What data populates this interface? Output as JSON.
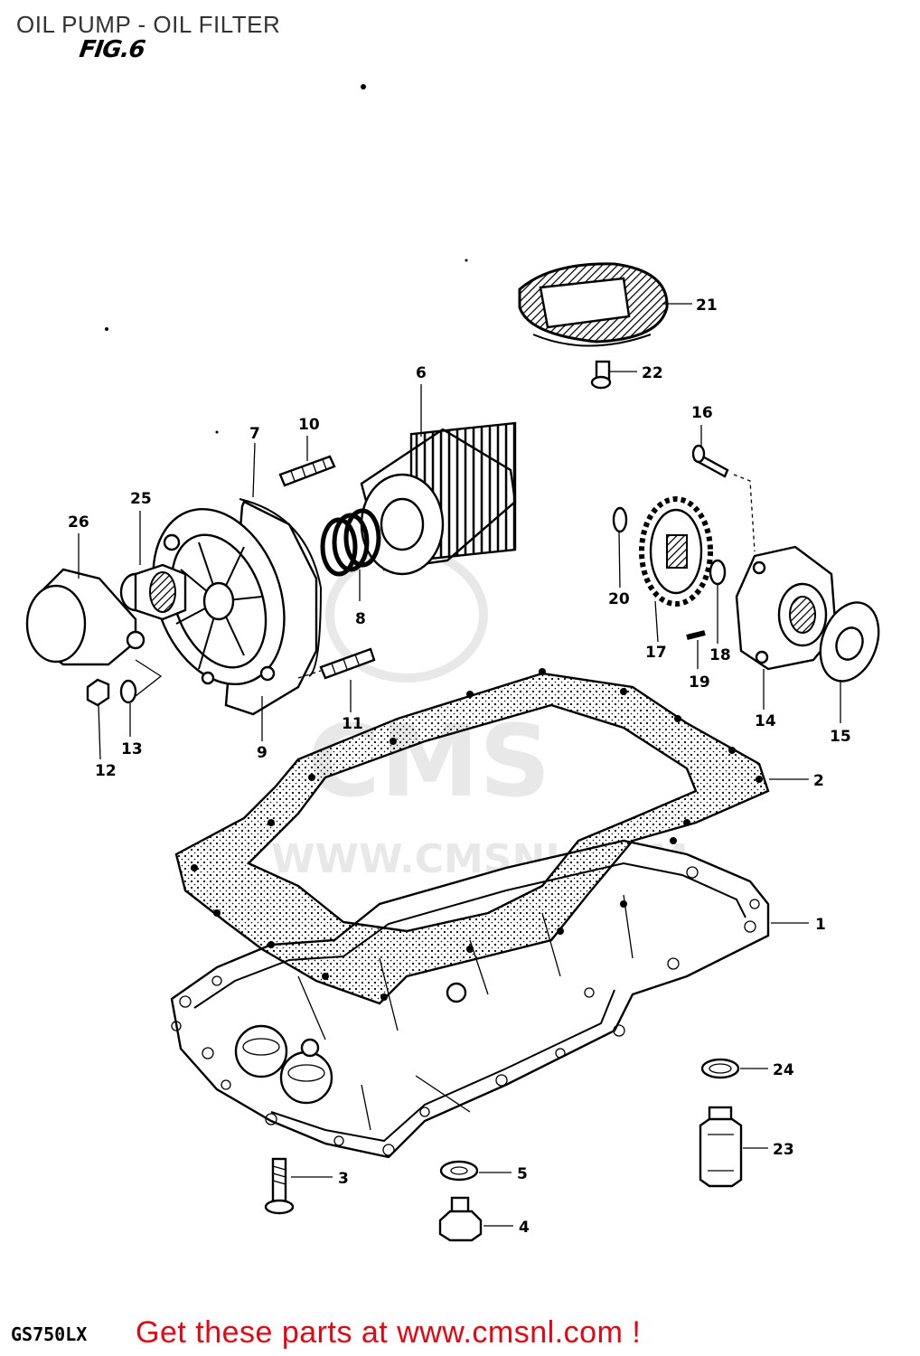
{
  "header": {
    "title": "OIL PUMP - OIL FILTER",
    "figure": "FIG.6"
  },
  "model": "GS750LX",
  "watermark": {
    "logo": "CMS",
    "url": "WWW.CMSNL.COM"
  },
  "footer": {
    "cta": "Get these parts at www.cmsnl.com !",
    "cta_color": "#e30613"
  },
  "callouts": {
    "c1": "1",
    "c2": "2",
    "c3": "3",
    "c4": "4",
    "c5": "5",
    "c6": "6",
    "c7": "7",
    "c8": "8",
    "c9": "9",
    "c10": "10",
    "c11": "11",
    "c12": "12",
    "c13": "13",
    "c14": "14",
    "c15": "15",
    "c16": "16",
    "c17": "17",
    "c18": "18",
    "c19": "19",
    "c20": "20",
    "c21": "21",
    "c22": "22",
    "c23": "23",
    "c24": "24",
    "c25": "25",
    "c26": "26"
  }
}
